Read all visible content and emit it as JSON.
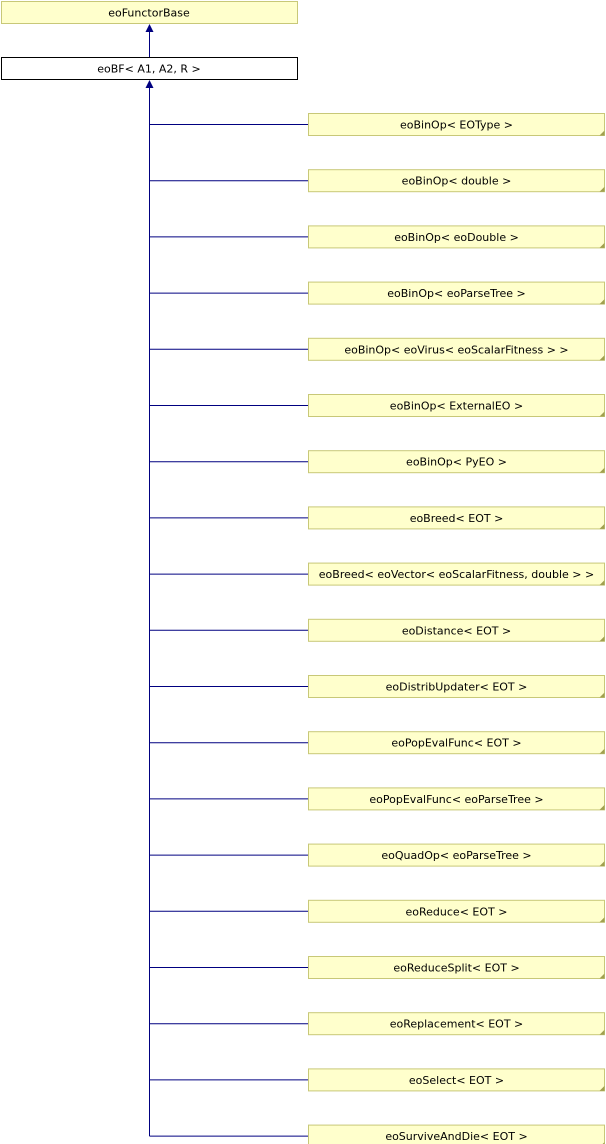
{
  "diagram": {
    "root": {
      "label": "eoFunctorBase"
    },
    "parent": {
      "label": "eoBF< A1, A2, R >"
    },
    "children": [
      {
        "label": "eoBinOp< EOType >"
      },
      {
        "label": "eoBinOp< double >"
      },
      {
        "label": "eoBinOp< eoDouble >"
      },
      {
        "label": "eoBinOp< eoParseTree >"
      },
      {
        "label": "eoBinOp< eoVirus< eoScalarFitness > >"
      },
      {
        "label": "eoBinOp< ExternalEO >"
      },
      {
        "label": "eoBinOp< PyEO >"
      },
      {
        "label": "eoBreed< EOT >"
      },
      {
        "label": "eoBreed< eoVector< eoScalarFitness, double > >"
      },
      {
        "label": "eoDistance< EOT >"
      },
      {
        "label": "eoDistribUpdater< EOT >"
      },
      {
        "label": "eoPopEvalFunc< EOT >"
      },
      {
        "label": "eoPopEvalFunc< eoParseTree >"
      },
      {
        "label": "eoQuadOp< eoParseTree >"
      },
      {
        "label": "eoReduce< EOT >"
      },
      {
        "label": "eoReduceSplit< EOT >"
      },
      {
        "label": "eoReplacement< EOT >"
      },
      {
        "label": "eoSelect< EOT >"
      },
      {
        "label": "eoSurviveAndDie< EOT >"
      }
    ],
    "colors": {
      "node_fill": "#ffffcc",
      "node_border": "#c8c878",
      "parent_fill": "#ffffff",
      "parent_border": "#000000",
      "edge": "#000080",
      "fold_corner": "#a0a050"
    }
  }
}
